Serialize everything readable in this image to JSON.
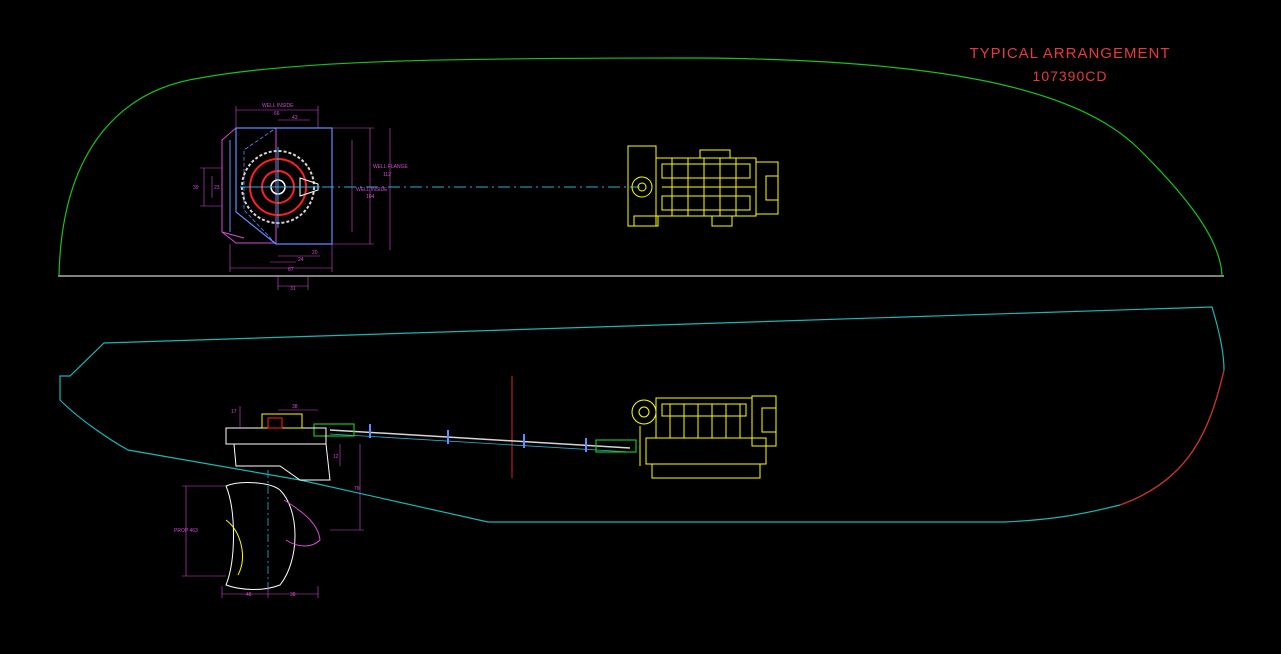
{
  "title_block": {
    "title": "TYPICAL ARRANGEMENT",
    "drawing_number": "107390CD"
  },
  "colors": {
    "background": "#000000",
    "hull_plan": "#18c21c",
    "hull_profile": "#18b7b7",
    "engine": "#ffff00",
    "dimension": "#d44bd4",
    "thruster_well": "#5e8dff",
    "ring": "#ff2020",
    "centerline": "#29b0d8",
    "title": "#e83a3a"
  },
  "plan_view": {
    "labels": {
      "well_inside_top": "WELL INSIDE",
      "well_inside_top_val": "66",
      "dim_top_small": "43",
      "well_flange": "WELL FLANGE",
      "well_flange_val": "112",
      "well_inside_right": "WELL INSIDE",
      "well_inside_right_val": "104",
      "left_a": "39",
      "left_b": "23",
      "bottom_a": "24",
      "bottom_b": "20",
      "bottom_c": "67",
      "bottom_d": "31"
    }
  },
  "profile_view": {
    "labels": {
      "top_a": "38",
      "left_a": "17",
      "right_a": "12",
      "right_b": "79",
      "prop_label": "PROP 463",
      "bottom_a": "48",
      "bottom_b": "38"
    }
  }
}
